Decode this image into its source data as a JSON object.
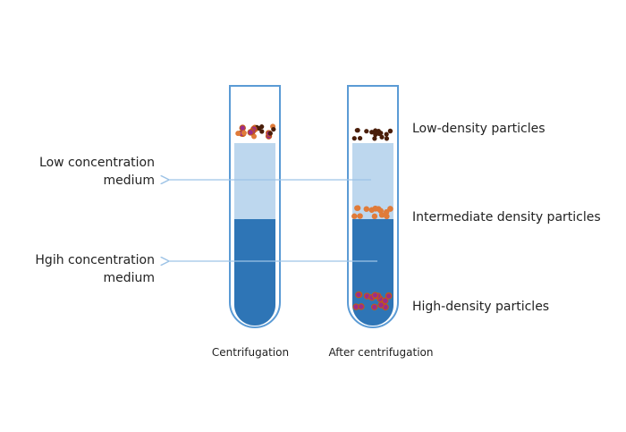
{
  "labels": {
    "low_medium_line1": "Low concentration",
    "low_medium_line2": "medium",
    "high_medium_line1": "Hgih concentration",
    "high_medium_line2": "medium",
    "low_density": "Low-density particles",
    "intermediate_density": "Intermediate density particles",
    "high_density": "High-density particles",
    "tube_left_caption": "Centrifugation",
    "tube_right_caption": "After centrifugation"
  },
  "colors": {
    "tube_outline": "#5b9bd5",
    "low_medium": "#bdd7ee",
    "high_medium": "#2e75b6",
    "arrow": "#9dc3e6",
    "low_particle": "#4a1e0a",
    "intermediate_particle": "#e07b39",
    "high_particle_fill": "#9b2d8b",
    "high_particle_outline": "#c55a11"
  }
}
